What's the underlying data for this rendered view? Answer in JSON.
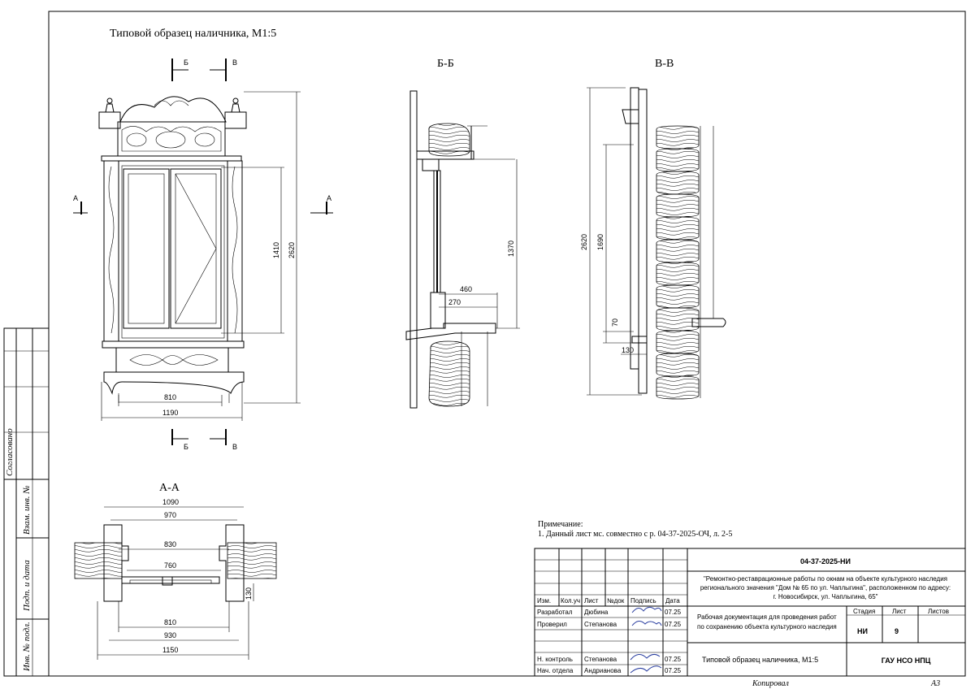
{
  "views": {
    "main_title": "Типовой образец наличника, М1:5",
    "section_bb": "Б-Б",
    "section_vv": "В-В",
    "section_aa": "А-А",
    "cut_b": "Б",
    "cut_v": "В",
    "cut_a": "А"
  },
  "dimensions": {
    "front": {
      "width_inner": "810",
      "width_outer": "1190",
      "height_window": "1410",
      "height_total": "2620"
    },
    "bb": {
      "height": "1370",
      "d460": "460",
      "d270": "270"
    },
    "vv": {
      "height_total": "2620",
      "height_mid": "1690",
      "d70": "70",
      "d130": "130"
    },
    "aa": {
      "d1090": "1090",
      "d970": "970",
      "d830": "830",
      "d760": "760",
      "d130": "130",
      "d810": "810",
      "d930": "930",
      "d1150": "1150"
    }
  },
  "note": {
    "heading": "Примечание:",
    "line1": "1. Данный лист мс. совместно с р. 04-37-2025-ОЧ, л. 2-5"
  },
  "left_strip": {
    "agreed": "Согласовано",
    "vzam": "Взам. инв. №",
    "podp": "Подп. и дата",
    "inv": "Инв. № подл."
  },
  "title_block": {
    "code": "04-37-2025-НИ",
    "project_line1": "\"Ремонтно-реставрационные работы по окнам на объекте культурного наследия",
    "project_line2": "регионального значения \"Дом № 65 по ул. Чаплыгина\", расположенном по адресу:",
    "project_line3": "г. Новосибирск, ул. Чаплыгина, 65\"",
    "doc_line1": "Рабочая документация для проведения работ",
    "doc_line2": "по сохранению объекта культурного наследия",
    "sheet_title": "Типовой образец наличника, М1:5",
    "org": "ГАУ НСО НПЦ",
    "stage_label": "Стадия",
    "sheet_label": "Лист",
    "sheets_label": "Листов",
    "stage": "НИ",
    "sheet": "9",
    "sheets": "",
    "headers": [
      "Изм.",
      "Кол.уч",
      "Лист",
      "№док",
      "Подпись",
      "Дата"
    ],
    "roles": [
      {
        "role": "Разработал",
        "name": "Дюбина",
        "date": "07.25"
      },
      {
        "role": "Проверил",
        "name": "Степанова",
        "date": "07.25"
      },
      {
        "role": "Н. контроль",
        "name": "Степанова",
        "date": "07.25"
      },
      {
        "role": "Нач. отдела",
        "name": "Андрианова",
        "date": "07.25"
      }
    ],
    "copied": "Копировал",
    "format": "А3"
  }
}
